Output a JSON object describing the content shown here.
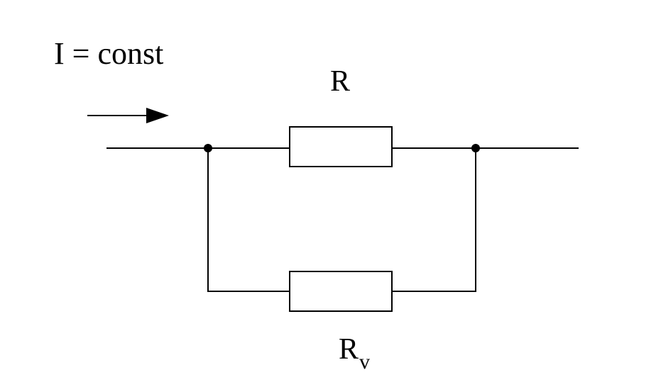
{
  "diagram": {
    "current_label": "I = const",
    "resistor_top_label": "R",
    "resistor_bottom_label_main": "R",
    "resistor_bottom_label_sub": "v",
    "stroke_color": "#000000",
    "background_color": "#ffffff"
  }
}
